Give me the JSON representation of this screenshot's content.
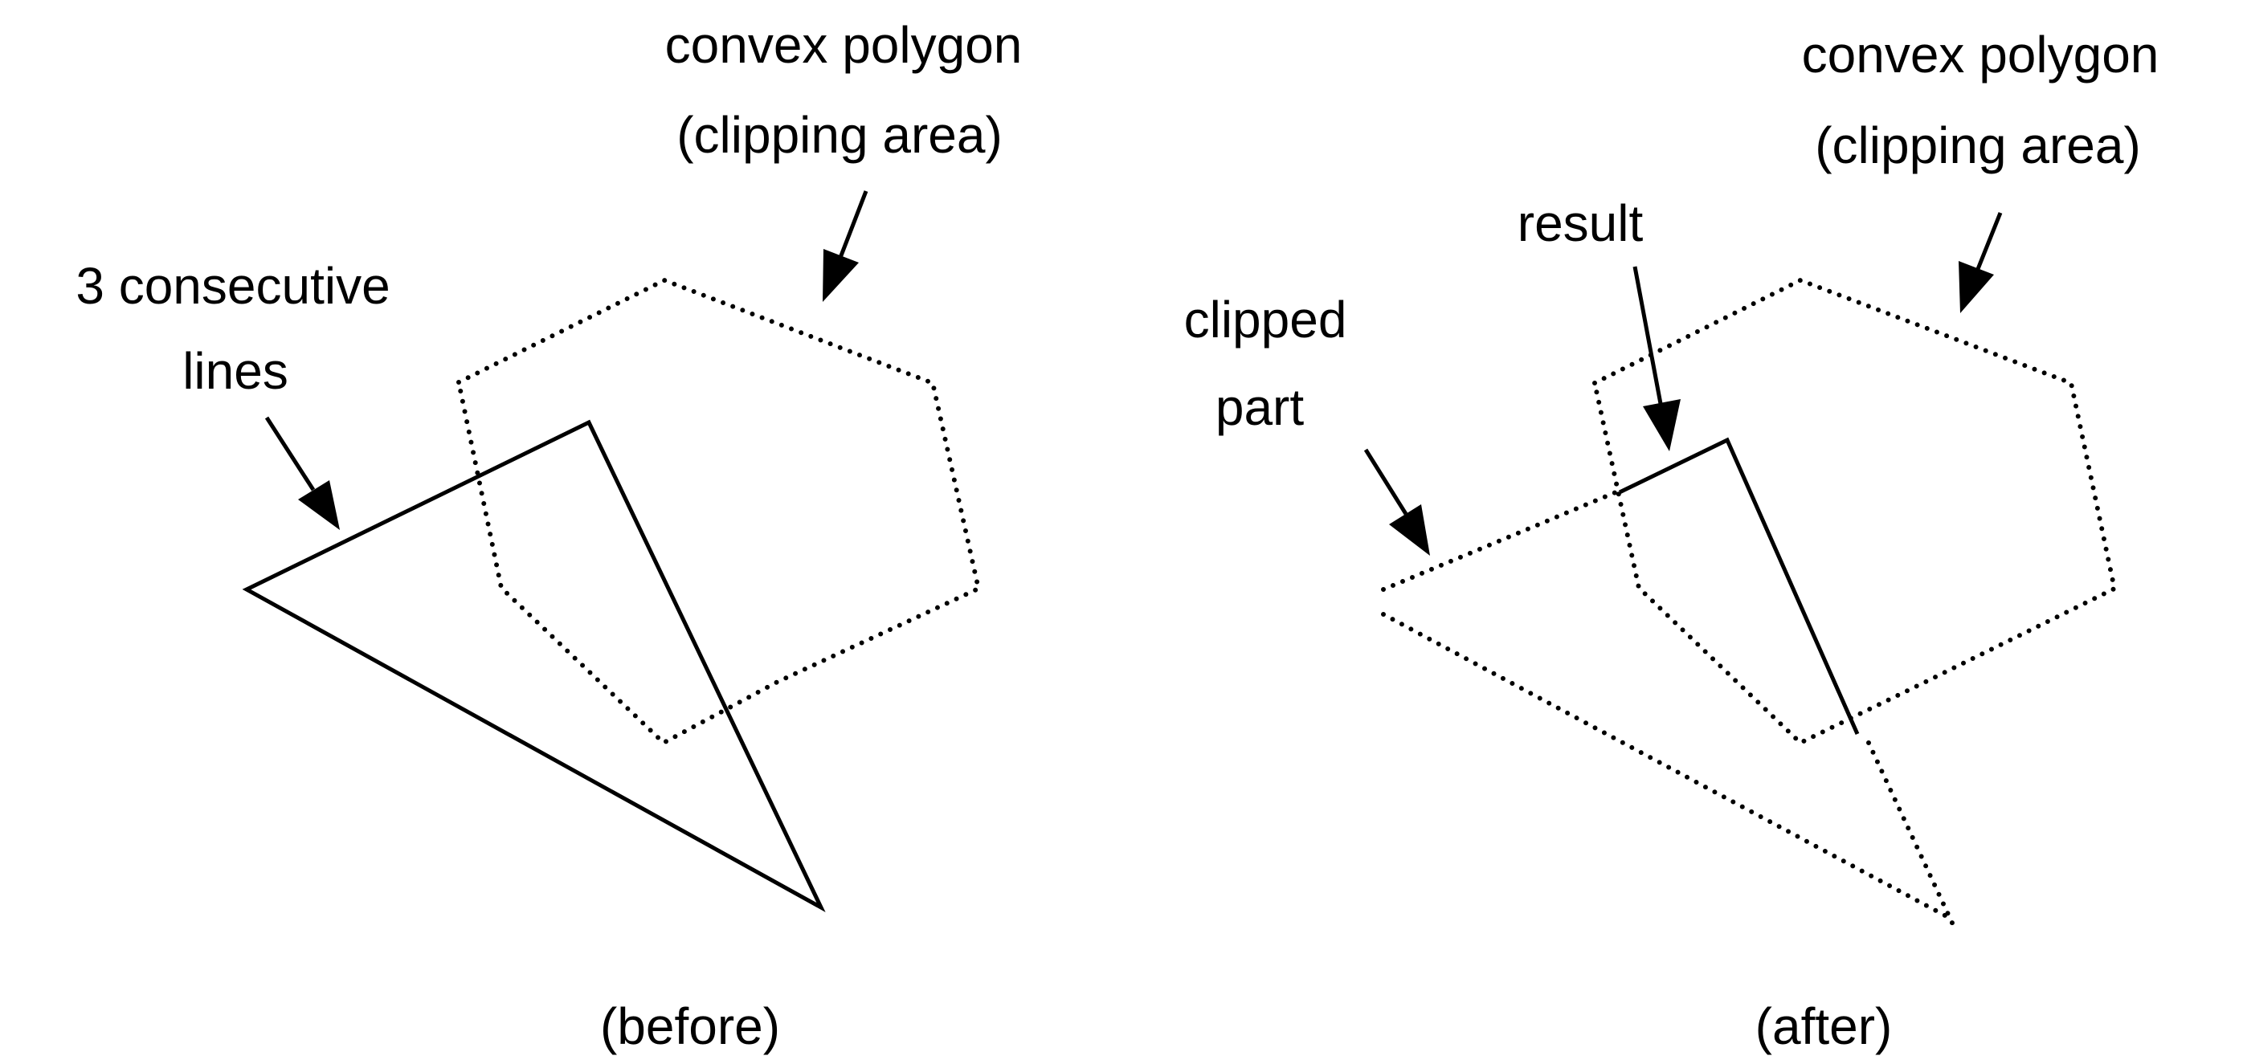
{
  "colors": {
    "ink": "#000000",
    "background": "#ffffff"
  },
  "before_panel": {
    "clip_label_line1": "convex polygon",
    "clip_label_line2": "(clipping area)",
    "lines_label_line1": "3 consecutive",
    "lines_label_line2": "lines",
    "caption": "(before)"
  },
  "after_panel": {
    "clip_label_line1": "convex polygon",
    "clip_label_line2": "(clipping area)",
    "result_label": "result",
    "clipped_label_line1": "clipped",
    "clipped_label_line2": "part",
    "caption": "(after)"
  }
}
